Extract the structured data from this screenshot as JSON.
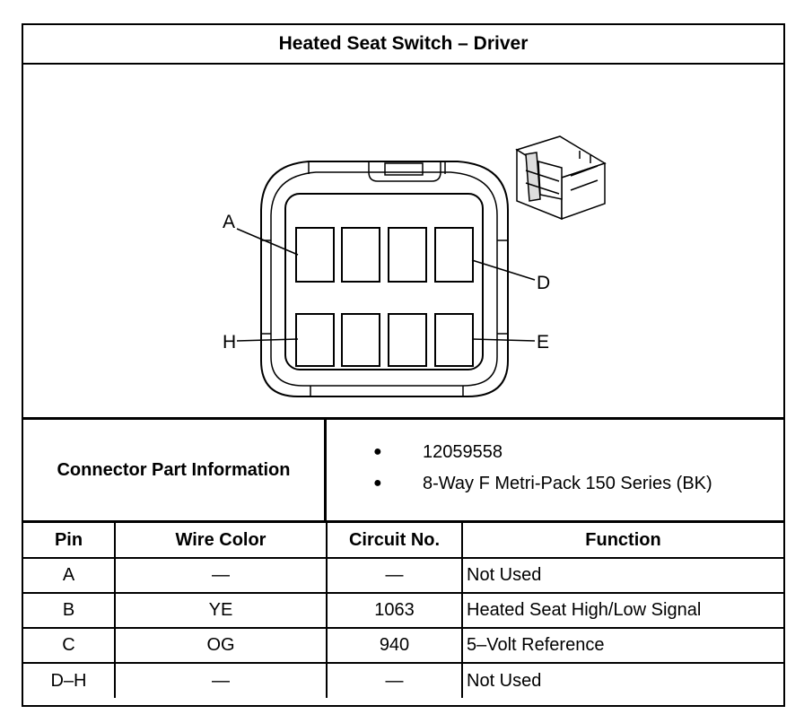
{
  "title": "Heated Seat Switch – Driver",
  "diagram": {
    "pin_labels": {
      "a": "A",
      "d": "D",
      "h": "H",
      "e": "E"
    }
  },
  "connector_info": {
    "label": "Connector Part Information",
    "items": [
      "12059558",
      "8-Way F Metri-Pack 150 Series (BK)"
    ],
    "bullet": "●"
  },
  "table": {
    "headers": [
      "Pin",
      "Wire Color",
      "Circuit No.",
      "Function"
    ],
    "rows": [
      [
        "A",
        "—",
        "—",
        "Not Used"
      ],
      [
        "B",
        "YE",
        "1063",
        "Heated Seat High/Low Signal"
      ],
      [
        "C",
        "OG",
        "940",
        "5–Volt Reference"
      ],
      [
        "D–H",
        "—",
        "—",
        "Not Used"
      ]
    ]
  }
}
